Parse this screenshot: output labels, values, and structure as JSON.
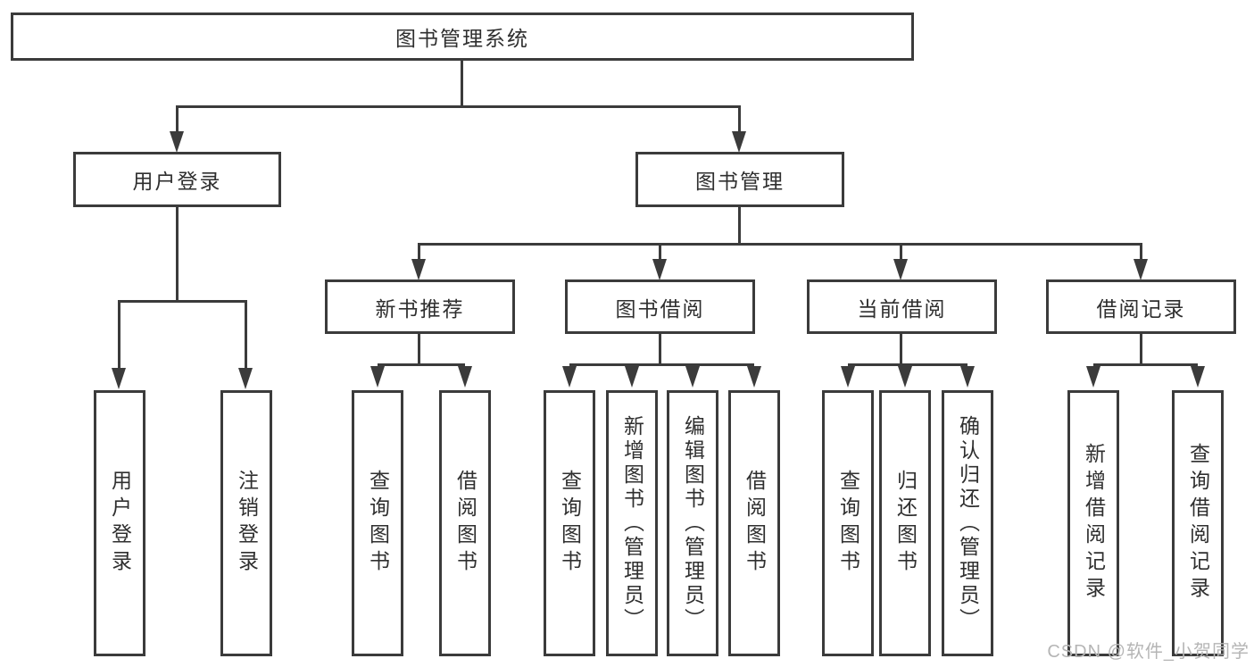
{
  "diagram": {
    "root": {
      "label": "图书管理系统"
    },
    "level2": {
      "user_login": {
        "label": "用户登录"
      },
      "book_management": {
        "label": "图书管理"
      }
    },
    "level3": {
      "new_book_recommend": {
        "label": "新书推荐"
      },
      "book_borrowing": {
        "label": "图书借阅"
      },
      "current_borrowing": {
        "label": "当前借阅"
      },
      "borrowing_records": {
        "label": "借阅记录"
      }
    },
    "leaves": {
      "user_login": {
        "label": "用户登录"
      },
      "logout": {
        "label": "注销登录"
      },
      "recommend_query_books": {
        "label": "查询图书"
      },
      "recommend_borrow_books": {
        "label": "借阅图书"
      },
      "borrowing_query_books": {
        "label": "查询图书"
      },
      "borrowing_add_books": {
        "label": "新增图书（管理员）"
      },
      "borrowing_edit_books": {
        "label": "编辑图书（管理员）"
      },
      "borrowing_borrow_books": {
        "label": "借阅图书"
      },
      "current_query_books": {
        "label": "查询图书"
      },
      "current_return_books": {
        "label": "归还图书"
      },
      "current_confirm_return": {
        "label": "确认归还（管理员）"
      },
      "records_add_record": {
        "label": "新增借阅记录"
      },
      "records_query_record": {
        "label": "查询借阅记录"
      }
    },
    "watermark": "CSDN @软件_小贺同学",
    "colors": {
      "line": "#3b3b3b",
      "text": "#2f2f2f",
      "watermark": "#b5b5b5",
      "background": "#ffffff"
    }
  }
}
